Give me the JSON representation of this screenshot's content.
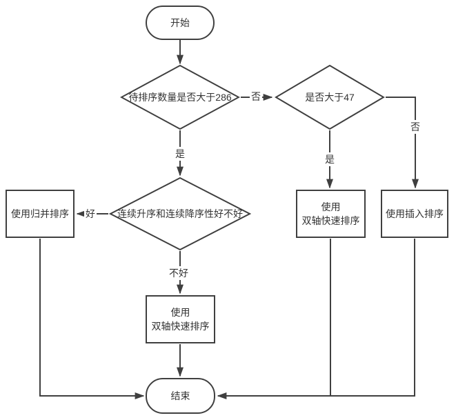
{
  "colors": {
    "line": "#3f3f3f",
    "text": "#333333",
    "node_fill": "#ffffff"
  },
  "nodes": {
    "start": {
      "label": "开始"
    },
    "decision_count": {
      "label": "待排序数量是否大于286"
    },
    "decision_gt47": {
      "label": "是否大于47"
    },
    "decision_runs": {
      "label": "连续升序和连续降序性好不好"
    },
    "merge_sort": {
      "label": "使用归并排序"
    },
    "quick_sort_right": {
      "label": "使用\n双轴快速排序"
    },
    "insertion_sort": {
      "label": "使用插入排序"
    },
    "quick_sort_mid": {
      "label": "使用\n双轴快速排序"
    },
    "end": {
      "label": "结束"
    }
  },
  "edge_labels": {
    "d1_no": "否",
    "d1_yes": "是",
    "d2_yes": "是",
    "d2_no": "否",
    "d3_good": "好",
    "d3_bad": "不好"
  }
}
